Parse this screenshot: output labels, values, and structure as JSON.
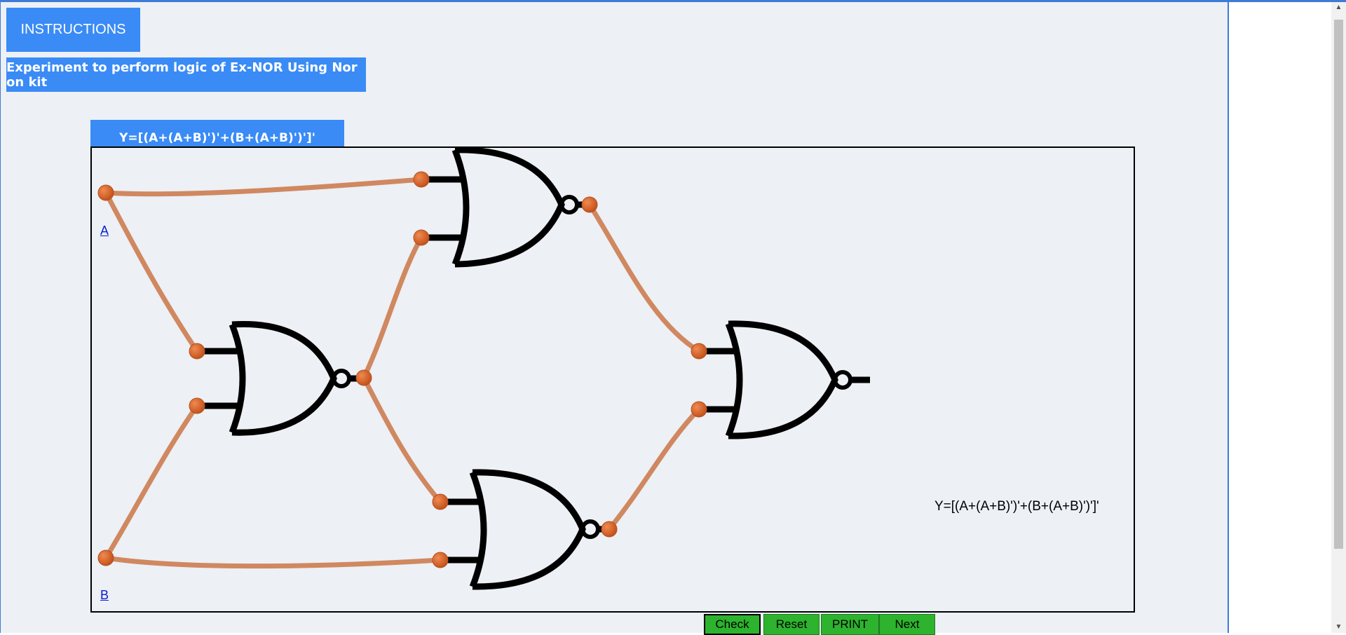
{
  "header": {
    "instructions_label": "INSTRUCTIONS",
    "title": "Experiment to perform logic of Ex-NOR Using Nor on kit",
    "formula": "Y=[(A+(A+B)')'+(B+(A+B)')']'"
  },
  "circuit": {
    "input_a": "A",
    "input_b": "B",
    "output_expression": "Y=[(A+(A+B)')'+(B+(A+B)')']'",
    "gate_type": "NOR",
    "gate_count": 4,
    "wire_color": "#d08860",
    "terminal_color": "#d9662a"
  },
  "controls": {
    "check": "Check",
    "reset": "Reset",
    "print": "PRINT",
    "next": "Next"
  },
  "colors": {
    "accent": "#3a8bf5",
    "button_green": "#2db32d",
    "panel_bg": "#edf0f5"
  }
}
